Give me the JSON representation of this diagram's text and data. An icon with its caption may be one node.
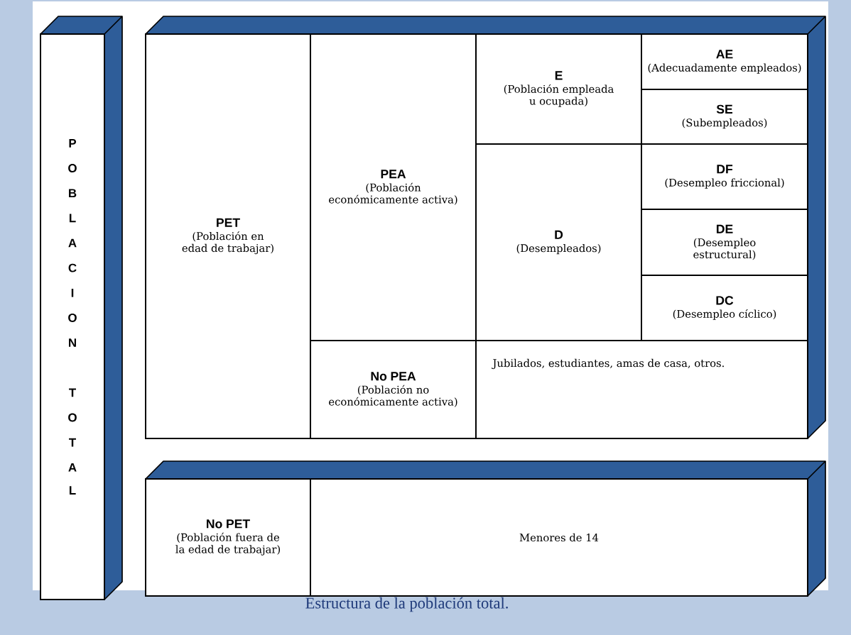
{
  "diagram": {
    "caption": "Estructura de la población total.",
    "nodes": [
      {
        "text": [
          "POBLACION TOTAL"
        ]
      },
      {
        "text": [
          "PET",
          "(Población en edad de trabajar)"
        ]
      },
      {
        "text": [
          "PEA",
          "(Población económicamente activa)"
        ]
      },
      {
        "text": [
          "E",
          "(Población empleada u ocupada)"
        ]
      },
      {
        "text": [
          "AE",
          "(Adecuadamente empleados)"
        ]
      },
      {
        "text": [
          "SE",
          "(Subempleados)"
        ]
      },
      {
        "text": [
          "D",
          "(Desempleados)"
        ]
      },
      {
        "text": [
          "DF",
          "(Desempleo friccional)"
        ]
      },
      {
        "text": [
          "DE",
          "(Desempleo estructural)"
        ]
      },
      {
        "text": [
          "DC",
          "(Desempleo cíclico)"
        ]
      },
      {
        "text": [
          "No PEA",
          "(Población no económicamente activa)"
        ]
      },
      {
        "text": [
          "Jubilados, estudiantes, amas de casa, otros."
        ]
      },
      {
        "text": [
          "No PET",
          "(Población fuera de la edad de trabajar)"
        ]
      },
      {
        "text": [
          "Menores de 14"
        ]
      }
    ]
  }
}
